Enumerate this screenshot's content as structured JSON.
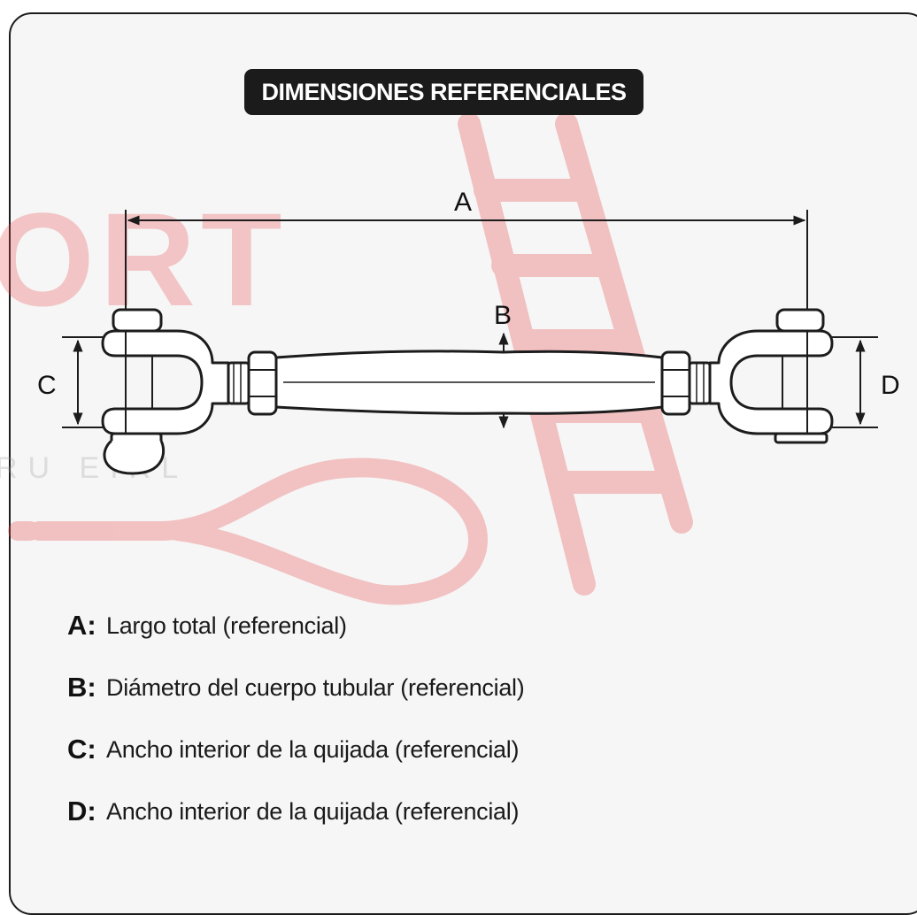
{
  "title": "DIMENSIONES REFERENCIALES",
  "watermark": {
    "brand": "ORT",
    "subtext": "RU EIRL",
    "color": "#e8474a"
  },
  "dimensions": {
    "a_label": "A",
    "b_label": "B",
    "c_label": "C",
    "d_label": "D"
  },
  "legend": [
    {
      "key": "A:",
      "text": "Largo total (referencial)"
    },
    {
      "key": "B:",
      "text": "Diámetro del cuerpo tubular (referencial)"
    },
    {
      "key": "C:",
      "text": "Ancho interior de la quijada (referencial)"
    },
    {
      "key": "D:",
      "text": "Ancho interior de la quijada (referencial)"
    }
  ],
  "colors": {
    "badge_bg": "#1b1b1b",
    "line": "#1c1c1c",
    "background": "#f6f6f6"
  }
}
